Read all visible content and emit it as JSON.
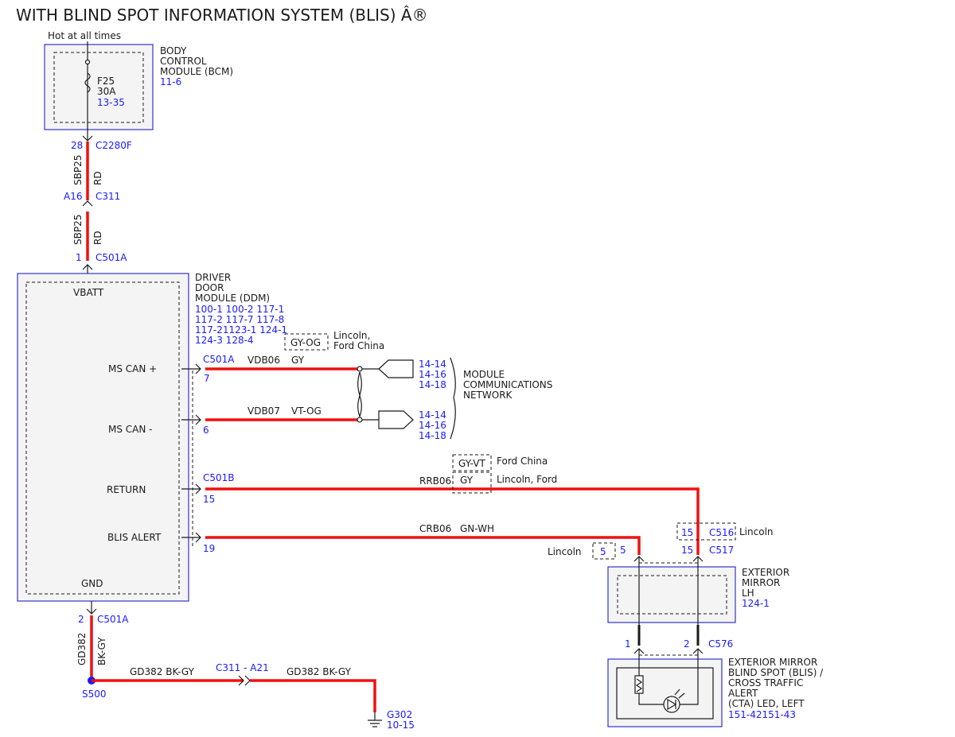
{
  "title": "WITH BLIND SPOT INFORMATION SYSTEM (BLIS) Â®",
  "power": {
    "label": "Hot at all times"
  },
  "bcm": {
    "name_lines": [
      "BODY",
      "CONTROL",
      "MODULE (BCM)"
    ],
    "ref": "11-6",
    "fuse": "F25",
    "fuse_rating": "30A",
    "fuse_ref": "13-35"
  },
  "connectors": {
    "c2280f": {
      "pin": "28",
      "name": "C2280F"
    },
    "c311": {
      "pin": "A16",
      "name": "C311"
    },
    "c501a_top": {
      "pin": "1",
      "name": "C501A"
    },
    "c501a_can": {
      "name": "C501A",
      "pin_can_plus": "7",
      "pin_can_minus": "6"
    },
    "c501b": {
      "name": "C501B",
      "pin": "15"
    },
    "c501a_blis_pin": "19",
    "c501a_gnd": {
      "pin": "2",
      "name": "C501A"
    },
    "c516": {
      "pin": "15",
      "name": "C516",
      "note": "Lincoln"
    },
    "c517": {
      "pin": "15",
      "name": "C517"
    },
    "lincoln_5": {
      "note": "Lincoln",
      "pin_box": "5",
      "pin": "5"
    },
    "c576": {
      "pin1": "1",
      "pin2": "2",
      "name": "C576"
    },
    "c311_a21": "C311 - A21"
  },
  "wires": {
    "sbp25_a": {
      "circuit": "SBP25",
      "color": "RD"
    },
    "sbp25_b": {
      "circuit": "SBP25",
      "color": "RD"
    },
    "vdb06": {
      "circuit": "VDB06",
      "color": "GY"
    },
    "vdb07": {
      "circuit": "VDB07",
      "color": "VT-OG"
    },
    "rrb06": {
      "circuit": "RRB06",
      "color": "GY"
    },
    "crb06": {
      "circuit": "CRB06",
      "color": "GN-WH"
    },
    "gd382_v": {
      "circuit": "GD382",
      "color": "BK-GY"
    },
    "gd382_h1": "GD382 BK-GY",
    "gd382_h2": "GD382 BK-GY"
  },
  "variants": {
    "gy_og": "GY-OG",
    "lincoln_ford_china": [
      "Lincoln,",
      "Ford China"
    ],
    "gy_vt": "GY-VT",
    "ford_china": "Ford China",
    "lincoln_ford": "Lincoln, Ford"
  },
  "ddm": {
    "name_lines": [
      "DRIVER",
      "DOOR",
      "MODULE (DDM)"
    ],
    "refs": [
      "100-1 100-2 117-1",
      "117-2 117-7 117-8",
      "117-21123-1 124-1",
      "124-3 128-4"
    ],
    "pins": {
      "vbatt": "VBATT",
      "ms_can_plus": "MS CAN +",
      "ms_can_minus": "MS CAN -",
      "return": "RETURN",
      "blis_alert": "BLIS ALERT",
      "gnd": "GND"
    }
  },
  "network": {
    "refs_top": [
      "14-14",
      "14-16",
      "14-18"
    ],
    "refs_bottom": [
      "14-14",
      "14-16",
      "14-18"
    ],
    "name_lines": [
      "MODULE",
      "COMMUNICATIONS",
      "NETWORK"
    ]
  },
  "mirror": {
    "name_lines": [
      "EXTERIOR",
      "MIRROR",
      "LH"
    ],
    "ref": "124-1"
  },
  "blis_led": {
    "name_lines": [
      "EXTERIOR MIRROR",
      "BLIND SPOT (BLIS) /",
      "CROSS TRAFFIC",
      "ALERT",
      "(CTA) LED, LEFT"
    ],
    "ref": "151-42151-43"
  },
  "splice": {
    "name": "S500"
  },
  "ground": {
    "name": "G302",
    "ref": "10-15"
  },
  "colors": {
    "wire": "#ee1111",
    "ref_text": "#1a1aff",
    "module_border": "#3333cc"
  }
}
